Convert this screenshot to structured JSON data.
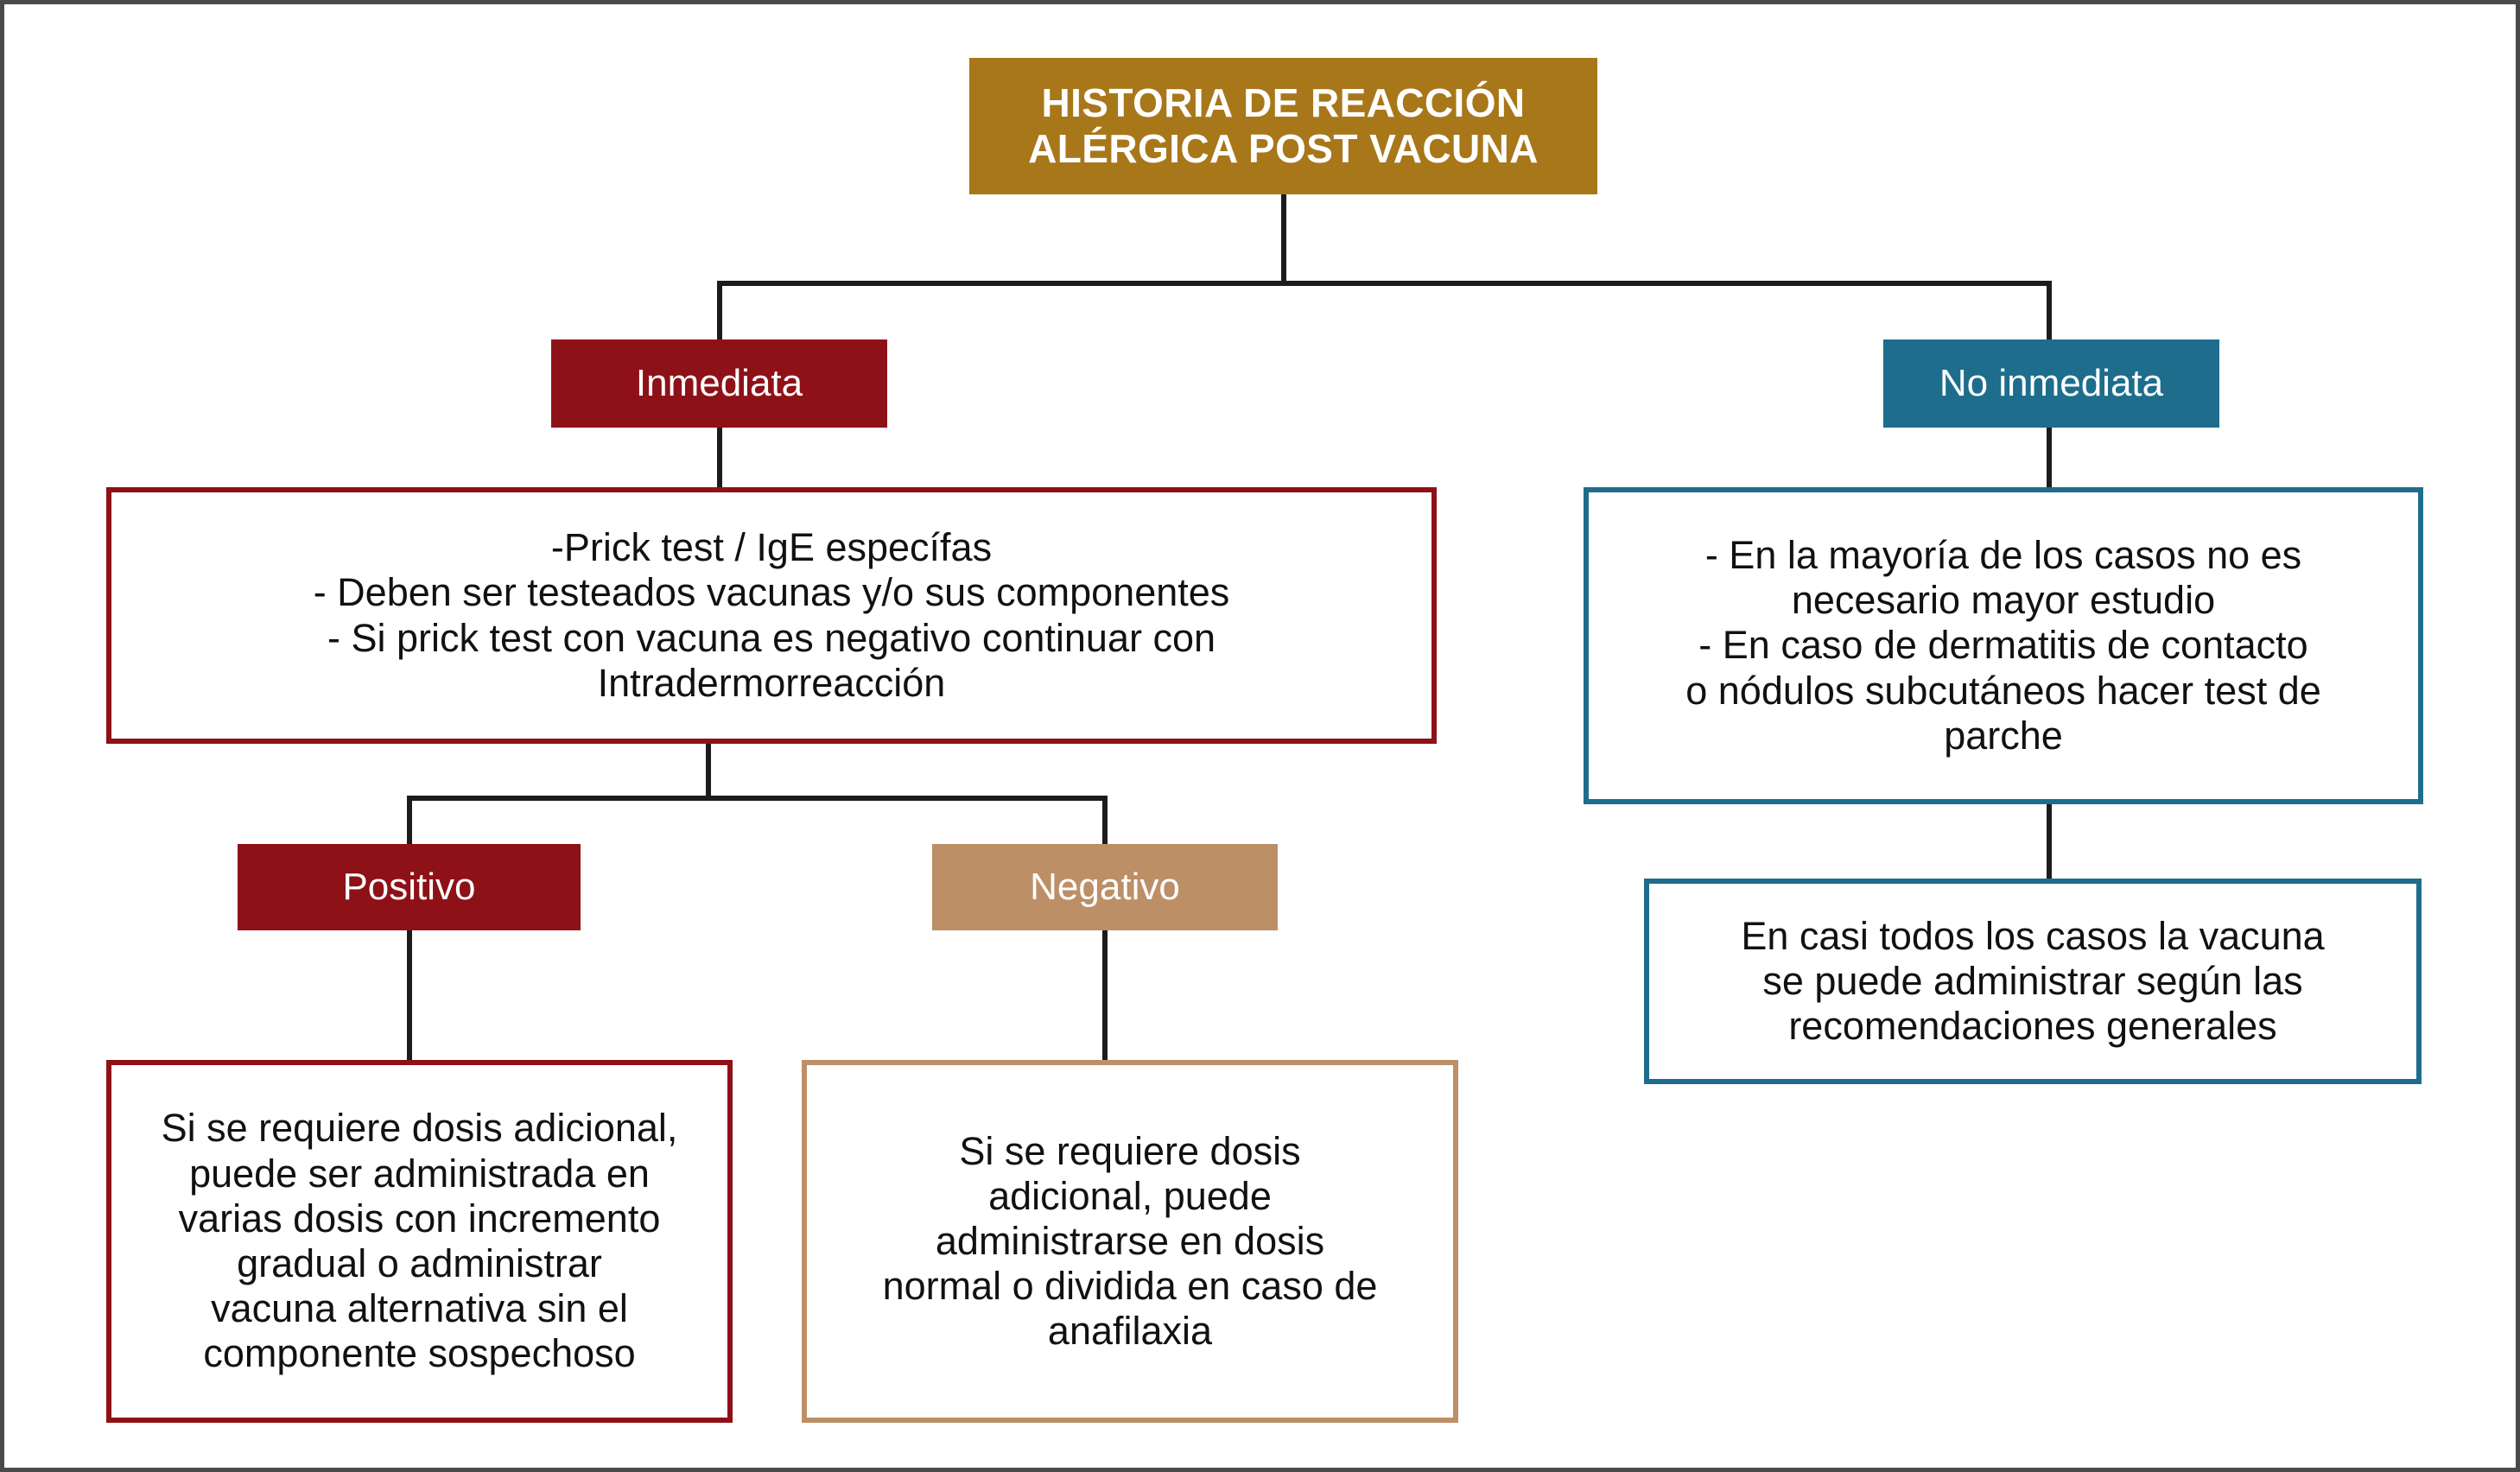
{
  "diagram": {
    "title": "HISTORIA DE REACCIÓN ALÉRGICA POST VACUNA",
    "language": "es",
    "colors": {
      "root_fill": "#a8771a",
      "immediate_fill": "#8e1117",
      "non_immediate_fill": "#1e6d8c",
      "negative_fill": "#bd8f67",
      "connector": "#1c1c1c",
      "frame_border": "#4a4a4a",
      "text_on_fill": "#ffffff",
      "text_on_white": "#111111"
    },
    "nodes": {
      "root": {
        "line1": "HISTORIA DE REACCIÓN",
        "line2": "ALÉRGICA POST VACUNA"
      },
      "inmediata": {
        "label": "Inmediata"
      },
      "no_inmediata": {
        "label": "No inmediata"
      },
      "prick_panel": {
        "line1": "-Prick test / IgE específas",
        "line2": "- Deben ser testeados vacunas y/o sus componentes",
        "line3": "- Si prick test con vacuna es negativo continuar con",
        "line4": "Intradermorreacción"
      },
      "no_inmediata_panel": {
        "line1": "- En la mayoría de los casos no es",
        "line2": "necesario mayor estudio",
        "line3": "- En caso de dermatitis de contacto",
        "line4": "o nódulos subcutáneos hacer test de",
        "line5": "parche"
      },
      "positivo": {
        "label": "Positivo"
      },
      "negativo": {
        "label": "Negativo"
      },
      "positivo_detail": {
        "line1": "Si se requiere dosis adicional,",
        "line2": "puede ser administrada en",
        "line3": "varias dosis con incremento",
        "line4": "gradual o administrar",
        "line5": "vacuna alternativa sin el",
        "line6": "componente sospechoso"
      },
      "negativo_detail": {
        "line1": "Si se requiere dosis",
        "line2": "adicional, puede",
        "line3": "administrarse en dosis",
        "line4": "normal o dividida en caso de",
        "line5": "anafilaxia"
      },
      "vacuna_general": {
        "line1": "En casi todos los casos la vacuna",
        "line2": "se puede administrar según las",
        "line3": "recomendaciones generales"
      }
    }
  }
}
